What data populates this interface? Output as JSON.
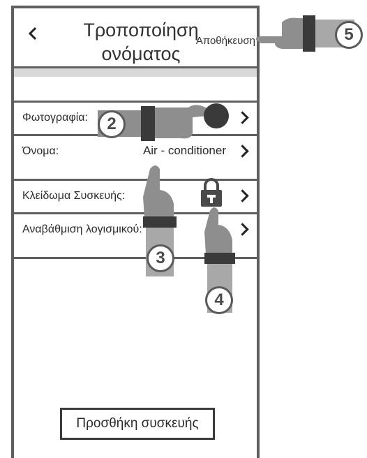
{
  "header": {
    "back_icon": "chevron-left-icon",
    "title_line1": "Τροποποίηση",
    "title_line2": "ονόματος",
    "save_label": "Αποθήκευση"
  },
  "rows": [
    {
      "label": "Φωτογραφία:",
      "value": ""
    },
    {
      "label": "Όνομα:",
      "value": "Air - conditioner"
    },
    {
      "label": "Κλείδωμα Συσκευής:",
      "value": ""
    },
    {
      "label": "Αναβάθμιση λογισμικού:",
      "value": ""
    }
  ],
  "add_button_label": "Προσθήκη συσκευής",
  "steps": {
    "s2": "2",
    "s3": "3",
    "s4": "4",
    "s5": "5"
  },
  "colors": {
    "frame": "#5f5f5f",
    "hand": "#8e8e8e",
    "cuff": "#3a3a3a"
  }
}
